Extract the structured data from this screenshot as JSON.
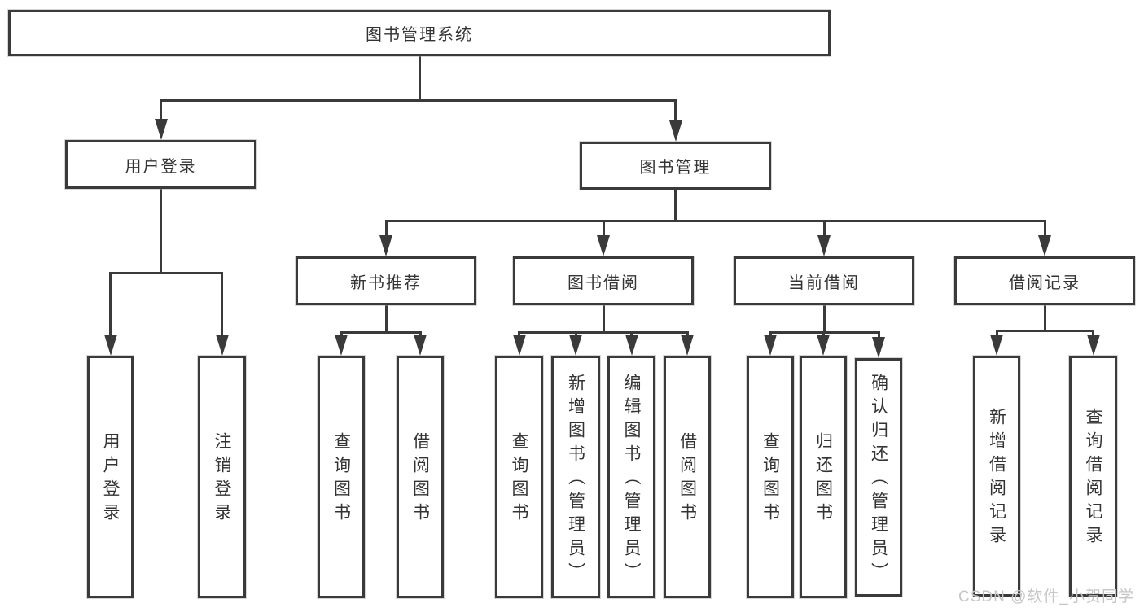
{
  "colors": {
    "line": "#3a3a3a",
    "text": "#333333",
    "watermark": "#c6c6c6"
  },
  "nodes": {
    "root": "图书管理系统",
    "user_login": "用户登录",
    "book_mgmt": "图书管理",
    "login": "用户登录",
    "logout": "注销登录",
    "new_book_rec": "新书推荐",
    "book_borrow": "图书借阅",
    "current_borrow": "当前借阅",
    "borrow_record": "借阅记录",
    "nbr_query": "查询图书",
    "nbr_borrow": "借阅图书",
    "bb_query": "查询图书",
    "bb_add": "新增图书（管理员）",
    "bb_edit": "编辑图书（管理员）",
    "bb_borrow": "借阅图书",
    "cb_query": "查询图书",
    "cb_return": "归还图书",
    "cb_confirm": "确认归还（管理员）",
    "br_add": "新增借阅记录",
    "br_query": "查询借阅记录"
  },
  "watermark": "CSDN @软件_小贺同学"
}
